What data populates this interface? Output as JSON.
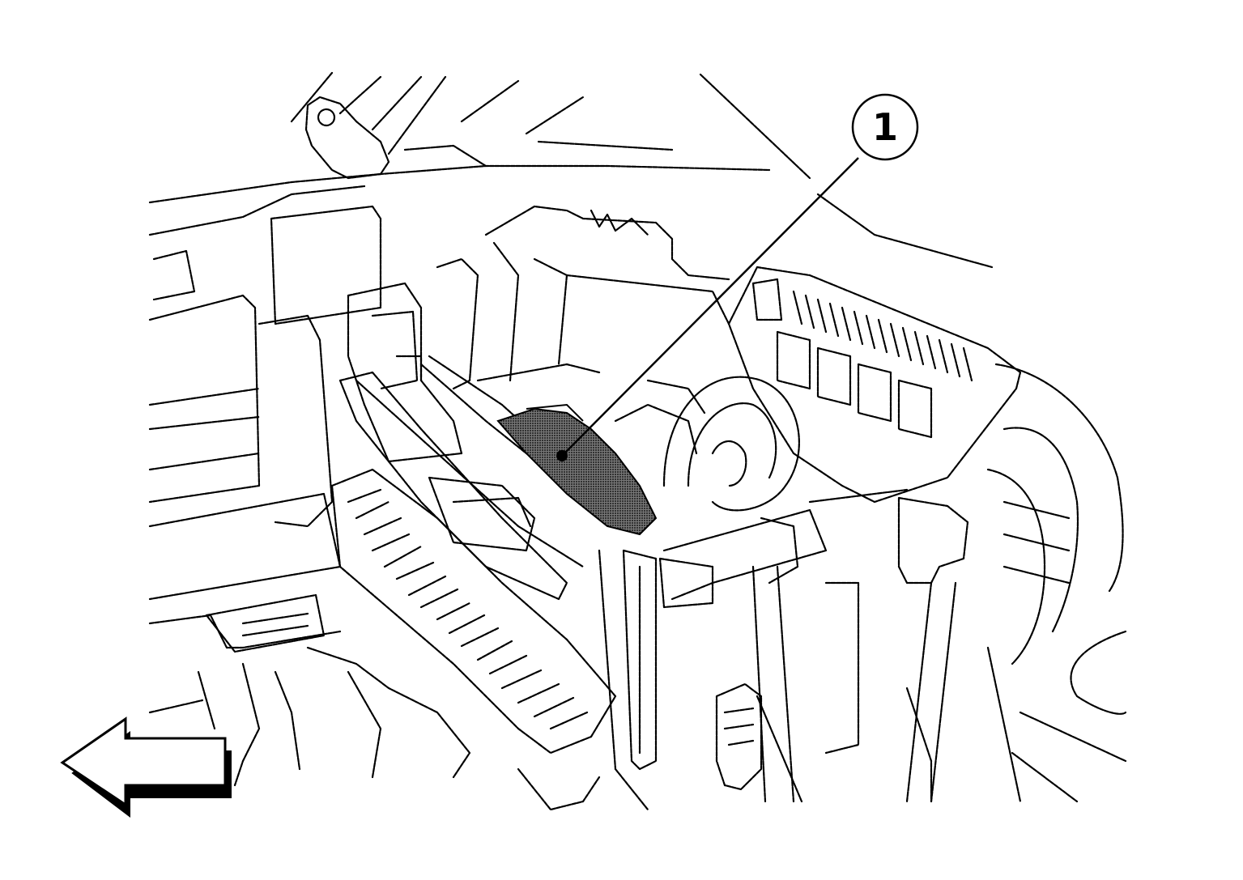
{
  "diagram": {
    "callouts": [
      {
        "label": "1",
        "target": "highlighted-component"
      }
    ],
    "direction_arrow": "front-arrow",
    "colors": {
      "line": "#000000",
      "background": "#ffffff",
      "highlight": "#555555"
    }
  }
}
